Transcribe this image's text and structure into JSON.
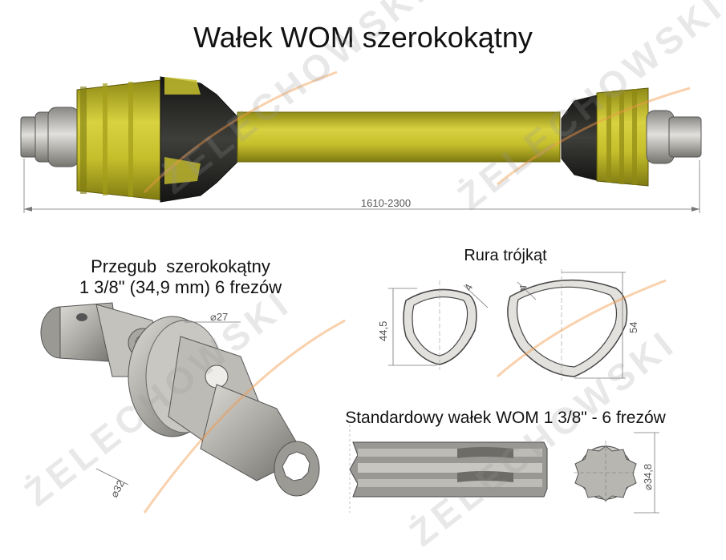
{
  "title": "Wałek WOM szerokokątny",
  "overall_length_label": "1610-2300",
  "joint": {
    "label_line1": "Przegub  szerokokątny",
    "label_line2": "1 3/8\" (34,9 mm) 6 frezów",
    "dim_d27": "⌀27",
    "dim_d32": "⌀32"
  },
  "tube": {
    "label": "Rura trójkąt",
    "dim_inner_height": "44,5",
    "dim_outer_height": "54",
    "wall_left": "4",
    "wall_right": "4"
  },
  "shaft": {
    "label": "Standardowy wałek WOM 1 3/8\" - 6 frezów",
    "dim_diameter": "⌀34,8"
  },
  "watermark": "ŻELECHOWSKI",
  "colors": {
    "yellow": "#c9c22e",
    "yellow_dark": "#9e9718",
    "dark": "#2a2a28",
    "steel": "#b5b3ae",
    "accent_orange": "#f29a4a"
  }
}
